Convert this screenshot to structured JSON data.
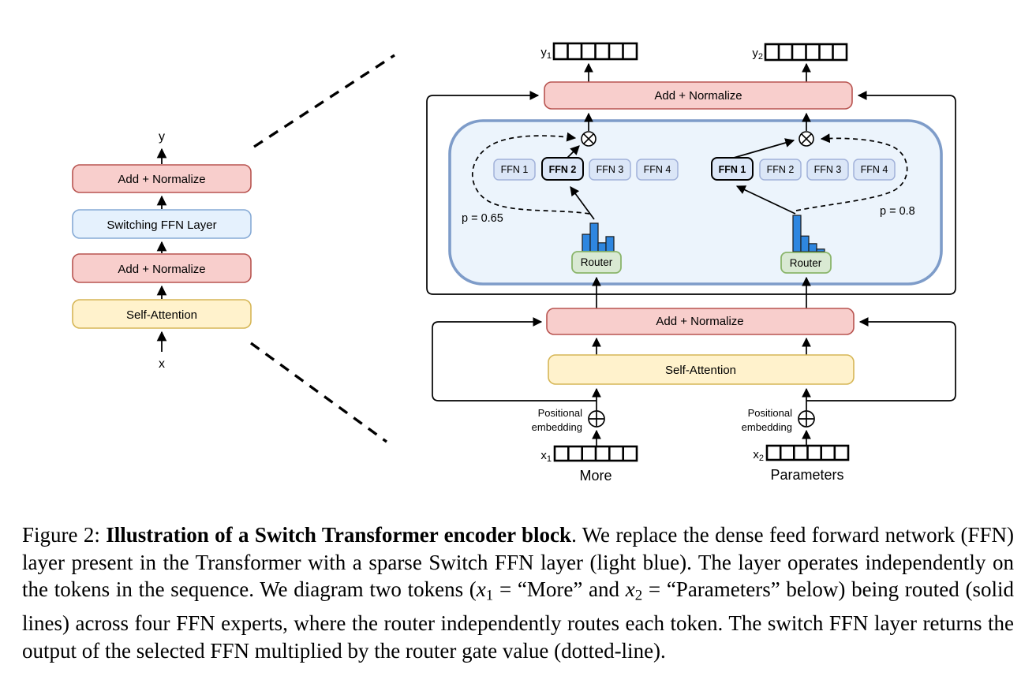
{
  "colors": {
    "add_normalize_fill": "#f8cecc",
    "add_normalize_stroke": "#b85450",
    "self_attention_fill": "#fff2cc",
    "self_attention_stroke": "#d6b656",
    "switch_layer_fill": "#e5f1fd",
    "switch_layer_stroke": "#86aad5",
    "expert_fill": "#dbe6f7",
    "expert_stroke": "#a2b2da",
    "container_fill": "#ecf4fc",
    "container_stroke": "#7e9cc9",
    "router_fill": "#d9e9d3",
    "router_stroke": "#8ab56b",
    "histogram_bar_fill": "#2e86e0",
    "line_color": "#000000"
  },
  "left_diagram": {
    "y_label": "y",
    "x_label": "x",
    "add_norm_top": "Add + Normalize",
    "switch_ffn_layer": "Switching FFN Layer",
    "add_norm_bottom": "Add + Normalize",
    "self_attention": "Self-Attention"
  },
  "right_diagram": {
    "add_norm_top": "Add + Normalize",
    "add_norm_mid": "Add + Normalize",
    "self_attention": "Self-Attention",
    "positional_embedding_line1": "Positional",
    "positional_embedding_line2": "embedding",
    "token1": {
      "y_base": "y",
      "y_sub": "1",
      "x_base": "x",
      "x_sub": "1",
      "word": "More",
      "gate_label": "p = 0.65",
      "router_label": "Router",
      "experts": [
        "FFN 1",
        "FFN 2",
        "FFN 3",
        "FFN 4"
      ],
      "selected_expert": "FFN 2",
      "router_prob_bars": [
        0.61,
        1.0,
        0.31,
        0.53
      ]
    },
    "token2": {
      "y_base": "y",
      "y_sub": "2",
      "x_base": "x",
      "x_sub": "2",
      "word": "Parameters",
      "gate_label": "p = 0.8",
      "router_label": "Router",
      "experts": [
        "FFN 1",
        "FFN 2",
        "FFN 3",
        "FFN 4"
      ],
      "selected_expert": "FFN 1",
      "router_prob_bars": [
        1.0,
        0.43,
        0.22,
        0.07
      ]
    }
  },
  "caption": {
    "segments": [
      {
        "text": "Figure 2: ",
        "style": "normal"
      },
      {
        "text": "Illustration of a Switch Transformer encoder block",
        "style": "bold"
      },
      {
        "text": ". We replace the dense feed forward network (FFN) layer present in the Transformer with a sparse Switch FFN layer (light blue). The layer operates independently on the tokens in the sequence. We diagram two tokens (",
        "style": "normal"
      },
      {
        "text": "x",
        "style": "math"
      },
      {
        "text": "1",
        "style": "sub"
      },
      {
        "text": " = “More” and ",
        "style": "normal"
      },
      {
        "text": "x",
        "style": "math"
      },
      {
        "text": "2",
        "style": "sub"
      },
      {
        "text": " = “Parameters” below) being routed (solid lines) across four FFN experts, where the router independently routes each token. The switch FFN layer returns the output of the selected FFN multiplied by the router gate value (dotted-line).",
        "style": "normal"
      }
    ]
  }
}
